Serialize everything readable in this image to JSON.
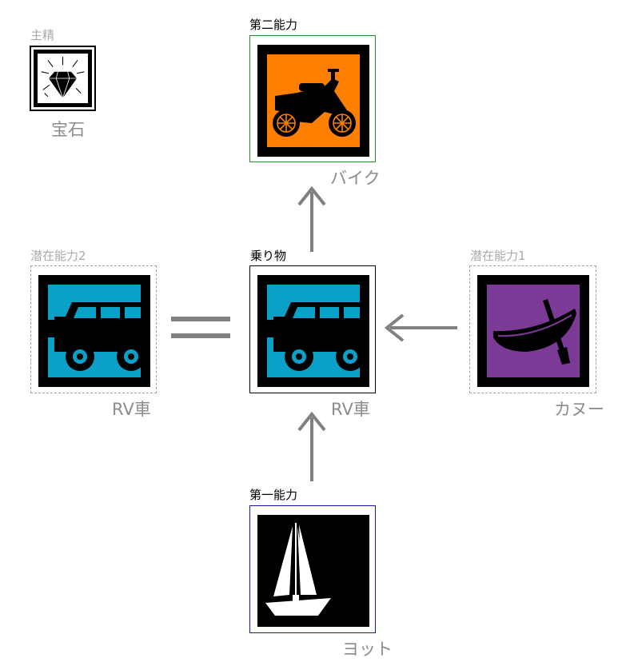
{
  "main_spirit": {
    "label": "主精",
    "name": "宝石",
    "icon": "gem-icon"
  },
  "second_ability": {
    "label": "第二能力",
    "name": "バイク",
    "icon": "motorcycle-icon",
    "color": "#ff8000"
  },
  "latent_ability_2": {
    "label": "潜在能力2",
    "name": "RV車",
    "icon": "suv-icon",
    "color": "#0aa0c8"
  },
  "vehicle": {
    "label": "乗り物",
    "name": "RV車",
    "icon": "suv-icon",
    "color": "#0aa0c8"
  },
  "latent_ability_1": {
    "label": "潜在能力1",
    "name": "カヌー",
    "icon": "canoe-icon",
    "color": "#7a3a96"
  },
  "first_ability": {
    "label": "第一能力",
    "name": "ヨット",
    "icon": "sailboat-icon",
    "color": "#000000"
  },
  "colors": {
    "arrow": "#808080",
    "second_border": "#2a8a2a",
    "first_border": "#1a1aa0",
    "dashed_border": "#a0a0a0"
  }
}
